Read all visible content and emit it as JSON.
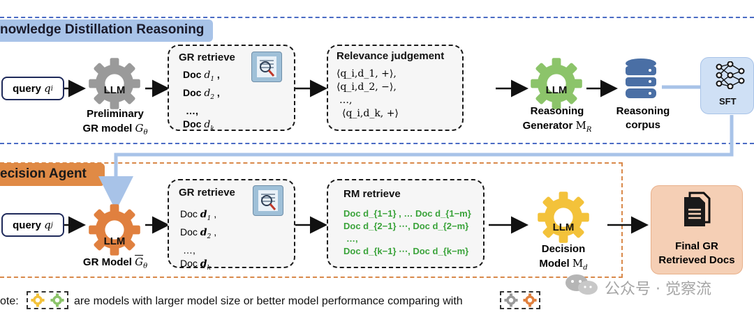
{
  "top_section": {
    "title": "nowledge Distillation Reasoning",
    "query_label": "query",
    "query_var": "q",
    "query_sub": "i",
    "gear_llm": "LLM",
    "prelim_label_1": "Preliminary",
    "prelim_label_2": "GR model",
    "prelim_var": "G",
    "prelim_sub": "θ",
    "gr_retrieve_title": "GR retrieve",
    "docs": [
      {
        "prefix": "Doc",
        "var": "d",
        "sub": "1",
        "suffix": " ,"
      },
      {
        "prefix": "Doc",
        "var": "d",
        "sub": "2",
        "suffix": " ,"
      },
      {
        "prefix": "…,",
        "var": "",
        "sub": "",
        "suffix": ""
      },
      {
        "prefix": "Doc",
        "var": "d",
        "sub": "k",
        "suffix": ""
      }
    ],
    "relevance_title": "Relevance judgement",
    "relevance_lines": [
      "⟨q_i,d_1, +⟩,",
      "⟨q_i,d_2, −⟩,",
      "…,",
      "⟨q_i,d_k, +⟩"
    ],
    "reasoning_gen_llm": "LLM",
    "reasoning_gen_1": "Reasoning",
    "reasoning_gen_2": "Generator",
    "reasoning_gen_var": "M",
    "reasoning_gen_sub": "R",
    "corpus_1": "Reasoning",
    "corpus_2": "corpus",
    "sft_label": "SFT"
  },
  "bottom_section": {
    "title": "ecision Agent",
    "query_label": "query",
    "query_var": "q",
    "query_sub": "j",
    "gear_llm": "LLM",
    "gr_model_label": "GR Model",
    "gr_model_var": "G",
    "gr_model_sub": "θ",
    "gr_retrieve_title": "GR retrieve",
    "docs": [
      {
        "prefix": "Doc",
        "var": "d",
        "sub": "1",
        "suffix": " ,"
      },
      {
        "prefix": "Doc",
        "var": "d",
        "sub": "2",
        "suffix": " ,"
      },
      {
        "prefix": "…,",
        "var": "",
        "sub": "",
        "suffix": ""
      },
      {
        "prefix": "Doc",
        "var": "d",
        "sub": "k",
        "suffix": ""
      }
    ],
    "rm_retrieve_title": "RM retrieve",
    "rm_lines": [
      "Doc d_{1−1} , … Doc d_{1−m}",
      "Doc d_{2−1} ⋯, Doc d_{2−m}",
      "…,",
      "Doc d_{k−1} ⋯, Doc d_{k−m}"
    ],
    "decision_llm": "LLM",
    "decision_1": "Decision",
    "decision_2": "Model",
    "decision_var": "M",
    "decision_sub": "d",
    "final_1": "Final GR",
    "final_2": "Retrieved Docs"
  },
  "note": {
    "prefix": "ote:",
    "text": "are models with larger model size or better model performance comparing with"
  },
  "watermark": "公众号 · 觉察流",
  "colors": {
    "top_banner": "#a8c3e8",
    "bottom_banner": "#e08a45",
    "gray_gear": "#9a9a9a",
    "green_gear": "#8cc46a",
    "orange_gear": "#e0803f",
    "yellow_gear": "#f3c23a",
    "sft_box": "#cfe0f5",
    "final_box": "#f5cfb5",
    "db_blue": "#4a6fa5"
  }
}
